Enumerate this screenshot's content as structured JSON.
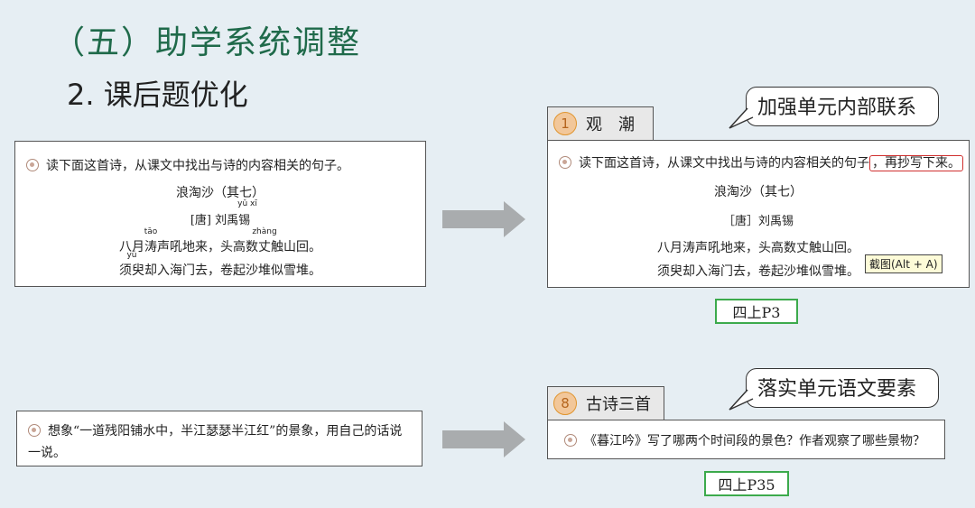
{
  "header": {
    "title": "（五）助学系统调整",
    "subtitle": "2. 课后题优化"
  },
  "left_top": {
    "question": "读下面这首诗，从课文中找出与诗的内容相关的句子。",
    "poem_title": "浪淘沙（其七）",
    "pinyin_author": "yǔ xī",
    "author": "[唐] 刘禹锡",
    "pinyin_tao": "tāo",
    "pinyin_zhang": "zhàng",
    "line1_a": "八月",
    "line1_tao": "涛",
    "line1_b": "声吼地来，头高数",
    "line1_zhang": "丈",
    "line1_c": "触山回。",
    "pinyin_yu": "yú",
    "line2_yu": "须臾",
    "line2_rest": "却入海门去，卷起沙堆似雪堆。"
  },
  "right_top": {
    "tag_num": "1",
    "tag_title": "观　潮",
    "callout": "加强单元内部联系",
    "question_main": "读下面这首诗，从课文中找出与诗的内容相关的句子",
    "question_highlight": "，再抄写下来。",
    "poem_title": "浪淘沙（其七）",
    "author": "［唐］刘禹锡",
    "line1": "八月涛声吼地来，头高数丈触山回。",
    "line2": "须臾却入海门去，卷起沙堆似雪堆。",
    "tooltip": "截图(Alt + A)",
    "page_label": "四上P3"
  },
  "left_bottom": {
    "question": "想象“一道残阳铺水中，半江瑟瑟半江红”的景象，用自己的话说一说。"
  },
  "right_bottom": {
    "tag_num": "8",
    "tag_title": "古诗三首",
    "callout": "落实单元语文要素",
    "question": "《暮江吟》写了哪两个时间段的景色？作者观察了哪些景物？",
    "page_label": "四上P35"
  }
}
